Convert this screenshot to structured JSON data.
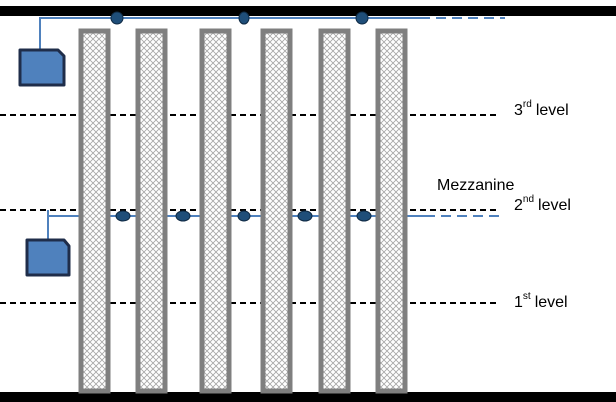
{
  "levels": [
    {
      "number": "3",
      "suffix": "rd",
      "word": "level"
    },
    {
      "number": "2",
      "suffix": "nd",
      "word": "level"
    },
    {
      "number": "1",
      "suffix": "st",
      "word": "level"
    }
  ],
  "mezzanine_label": "Mezzanine",
  "colors": {
    "frame": "#000000",
    "level_line": "#000000",
    "column_fill": "#ffffff",
    "column_border": "#7f7f7f",
    "column_hatch": "#a6a6a6",
    "cable": "#4f81bd",
    "device_fill": "#4f81bd",
    "device_border": "#1f2d4a",
    "node_fill": "#1f4e79"
  },
  "icons": {
    "device": "sensor-box-icon",
    "node": "cable-junction-icon"
  }
}
